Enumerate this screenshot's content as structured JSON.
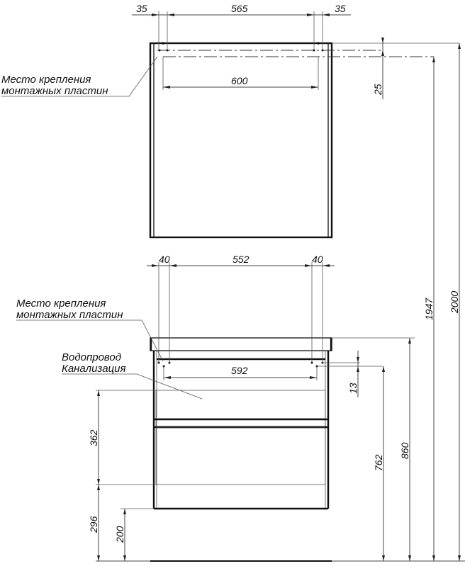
{
  "mirror": {
    "dims": {
      "left_offset": "35",
      "span": "565",
      "right_offset": "35",
      "width": "600",
      "top_offset": "25"
    },
    "callout": {
      "line1": "Место крепления",
      "line2": "монтажных пластин"
    }
  },
  "cabinet": {
    "dims": {
      "left_offset": "40",
      "span": "552",
      "right_offset": "40",
      "width": "592",
      "top_offset": "13",
      "drawer_height": "362",
      "pipe_height": "296",
      "floor_gap": "200",
      "mount_height": "762",
      "top_height": "860"
    },
    "callout_mount": {
      "line1": "Место крепления",
      "line2": "монтажных пластин"
    },
    "callout_pipes": {
      "line1": "Водопровод",
      "line2": "Канализация"
    }
  },
  "overall": {
    "mirror_mount_height": "1947",
    "total_height": "2000"
  }
}
